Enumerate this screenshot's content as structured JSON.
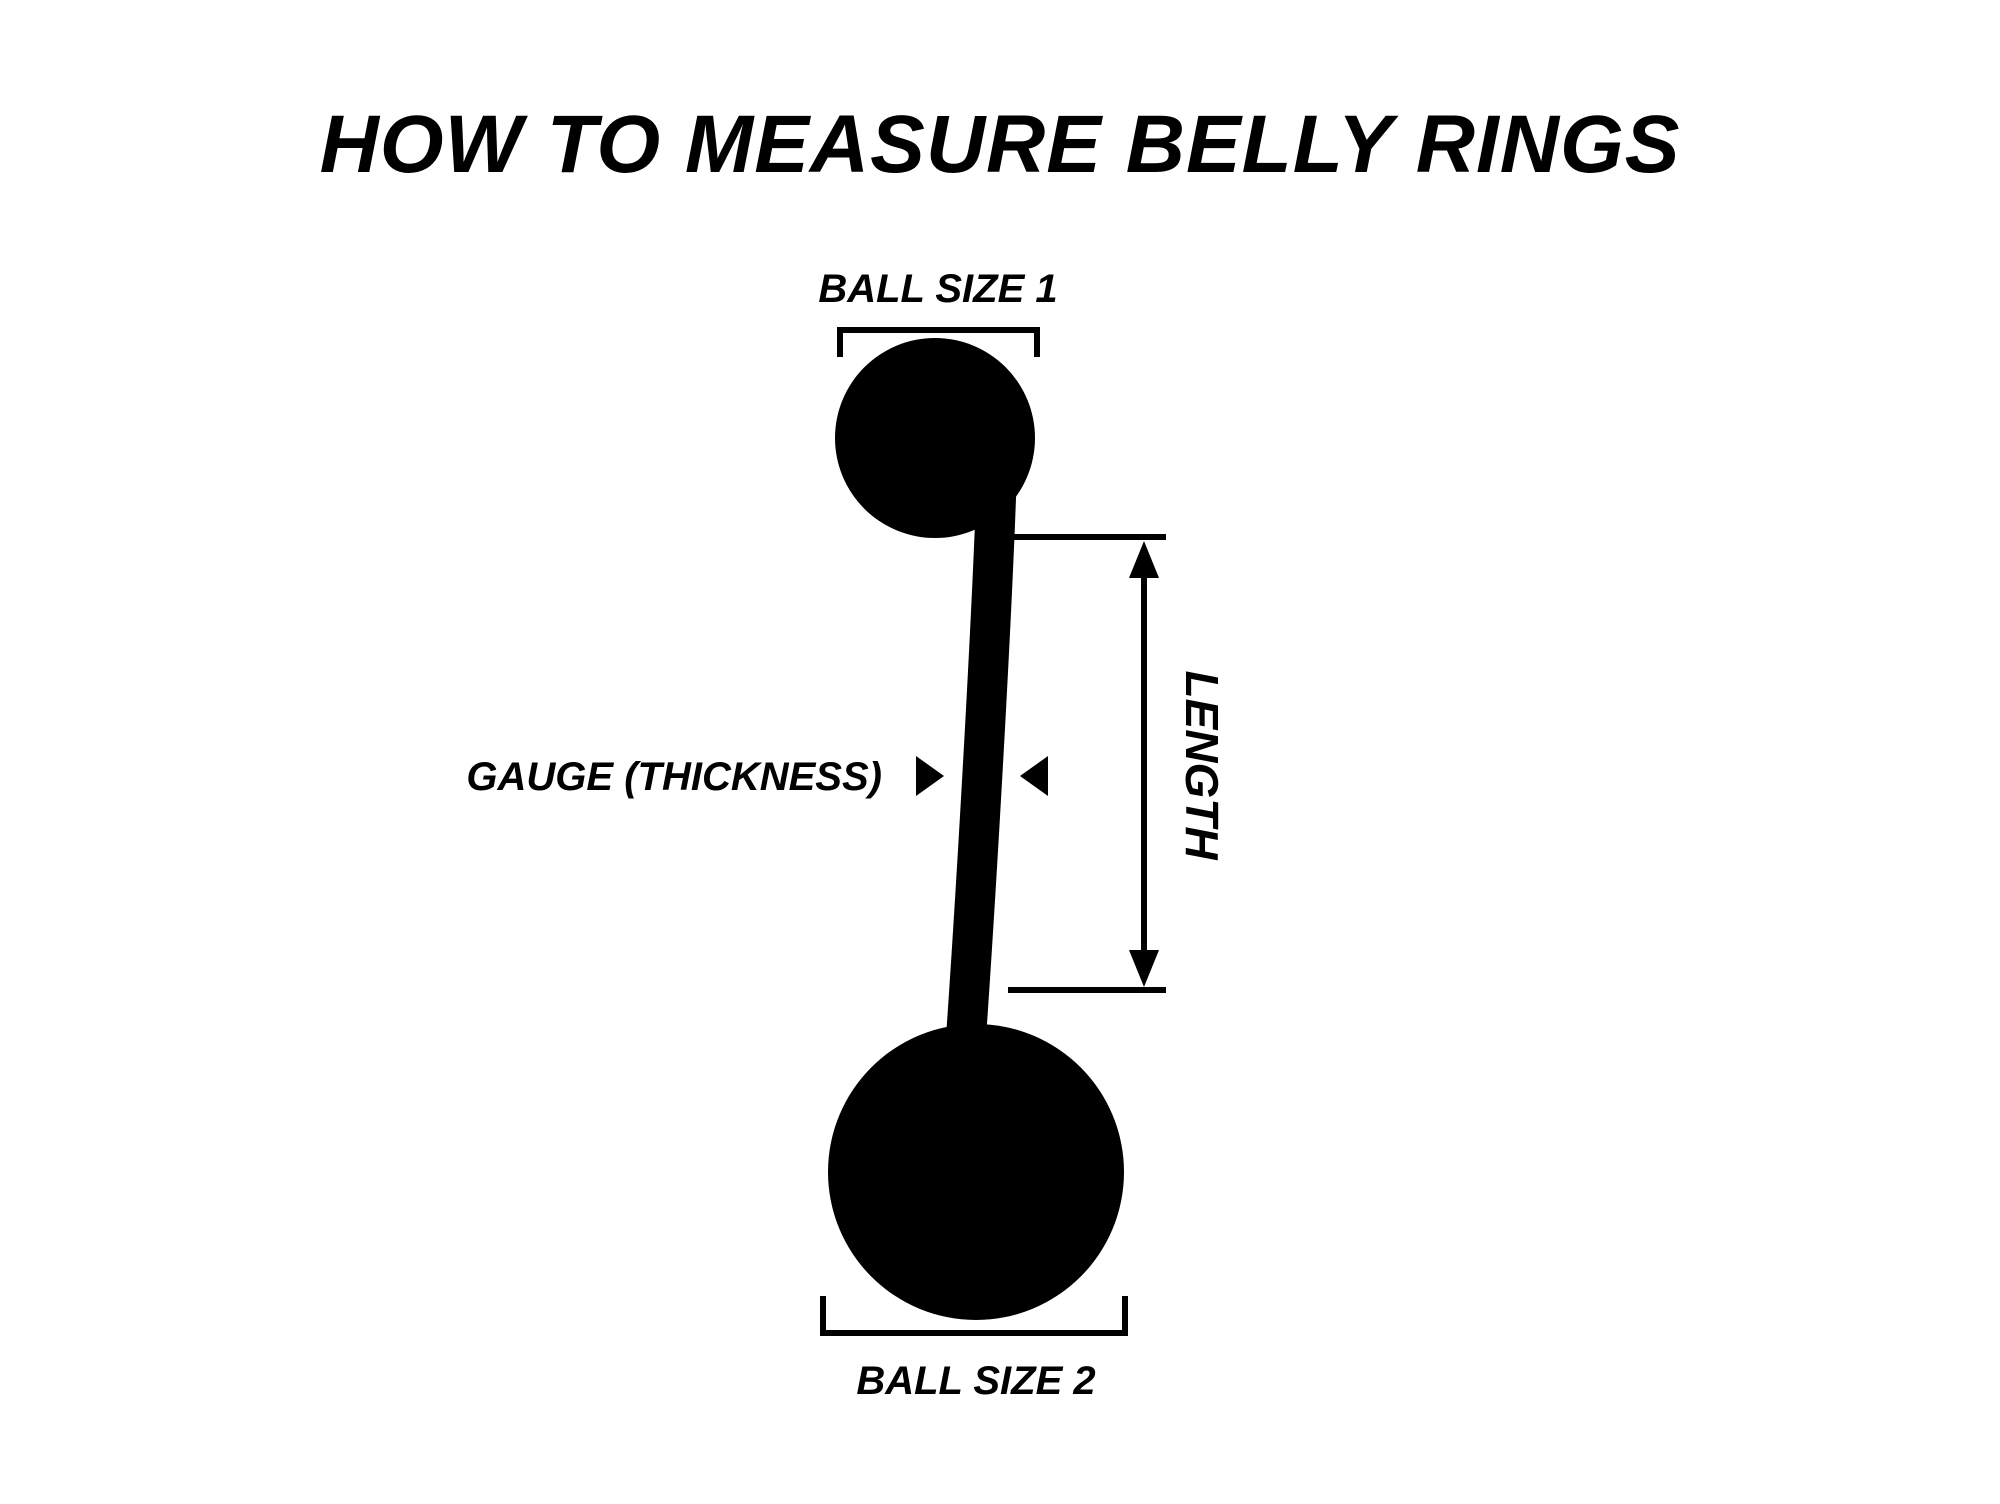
{
  "title": "HOW TO MEASURE BELLY RINGS",
  "labels": {
    "ball_size_1": "BALL SIZE 1",
    "ball_size_2": "BALL SIZE 2",
    "gauge": "GAUGE (THICKNESS)",
    "length": "LENGTH"
  },
  "colors": {
    "ink": "#000000",
    "background": "#ffffff"
  },
  "diagram": {
    "type": "measurement-diagram",
    "subject": "belly ring barbell",
    "measurements": [
      "BALL SIZE 1",
      "LENGTH",
      "GAUGE (THICKNESS)",
      "BALL SIZE 2"
    ]
  }
}
